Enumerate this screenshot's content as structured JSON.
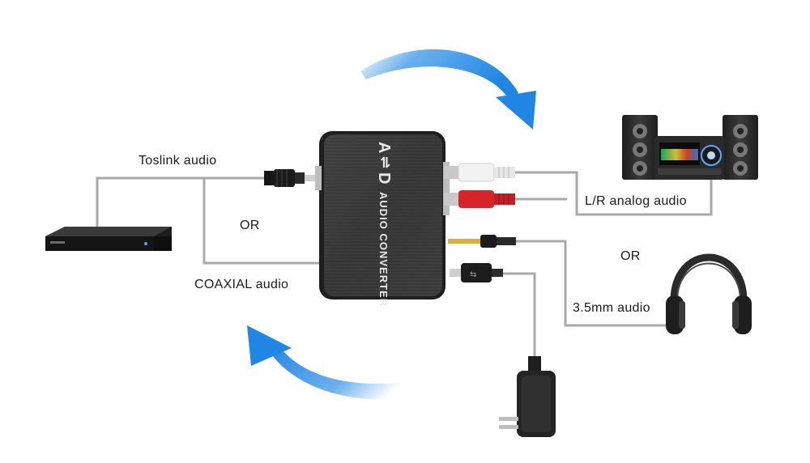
{
  "device": {
    "title_a": "A",
    "title_arrows": "⇌",
    "title_d": "D",
    "name": "AUDIO CONVERTER"
  },
  "labels": {
    "toslink": "Toslink audio",
    "or_input": "OR",
    "coaxial": "COAXIAL audio",
    "lr_analog": "L/R analog audio",
    "or_output": "OR",
    "mm35": "3.5mm audio"
  },
  "colors": {
    "arrow_blue": "#2b8ee6",
    "cable_gray": "#a9a9a9",
    "device_body": "#3a3a3a",
    "rca_red": "#d8232a",
    "rca_white": "#f2f2f2"
  }
}
